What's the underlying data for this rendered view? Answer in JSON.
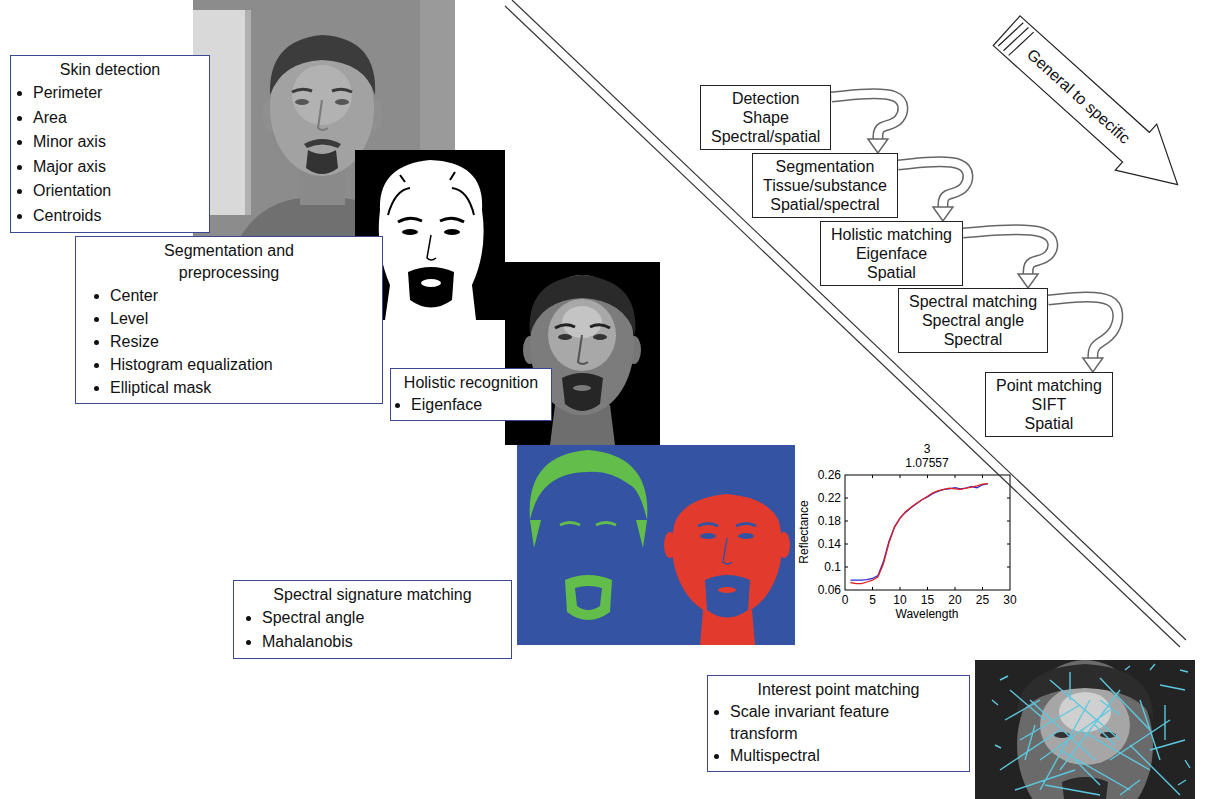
{
  "diagram": {
    "nodes": [
      {
        "text": [
          "Skin detection",
          "Perimeter",
          "Area",
          "Minor axis",
          "Major axis",
          "Orientation",
          "Centroids"
        ]
      },
      {
        "text": [
          "Segmentation and preprocessing",
          "Center",
          "Level",
          "Resize",
          "Histogram equalization",
          "Elliptical mask"
        ]
      },
      {
        "text": [
          "Holistic recognition",
          "Eigenface"
        ]
      },
      {
        "text": [
          "Spectral signature matching",
          "Spectral angle",
          "Mahalanobis"
        ]
      },
      {
        "text": [
          "Interest point matching",
          "Scale invariant feature transform",
          "Multispectral"
        ]
      },
      {
        "text": [
          "Detection",
          "Shape",
          "Spectral/spatial"
        ]
      },
      {
        "text": [
          "Segmentation",
          "Tissue/substance",
          "Spatial/spectral"
        ]
      },
      {
        "text": [
          "Holistic matching",
          "Eigenface",
          "Spatial"
        ]
      },
      {
        "text": [
          "Spectral matching",
          "Spectral angle",
          "Spectral"
        ]
      },
      {
        "text": [
          "Point matching",
          "SIFT",
          "Spatial"
        ]
      },
      {
        "text": [
          "General to specific"
        ]
      }
    ],
    "edges": [
      {
        "from": 5,
        "to": 6,
        "arrow": "to"
      },
      {
        "from": 6,
        "to": 7,
        "arrow": "to"
      },
      {
        "from": 7,
        "to": 8,
        "arrow": "to"
      },
      {
        "from": 8,
        "to": 9,
        "arrow": "to"
      }
    ],
    "labels": [
      "3",
      "1.07557",
      "0.26",
      "0.22",
      "0.18",
      "0.14",
      "0.1",
      "0.06",
      "0",
      "5",
      "10",
      "15",
      "20",
      "25",
      "30",
      "Reflectance",
      "Wavelength"
    ]
  }
}
